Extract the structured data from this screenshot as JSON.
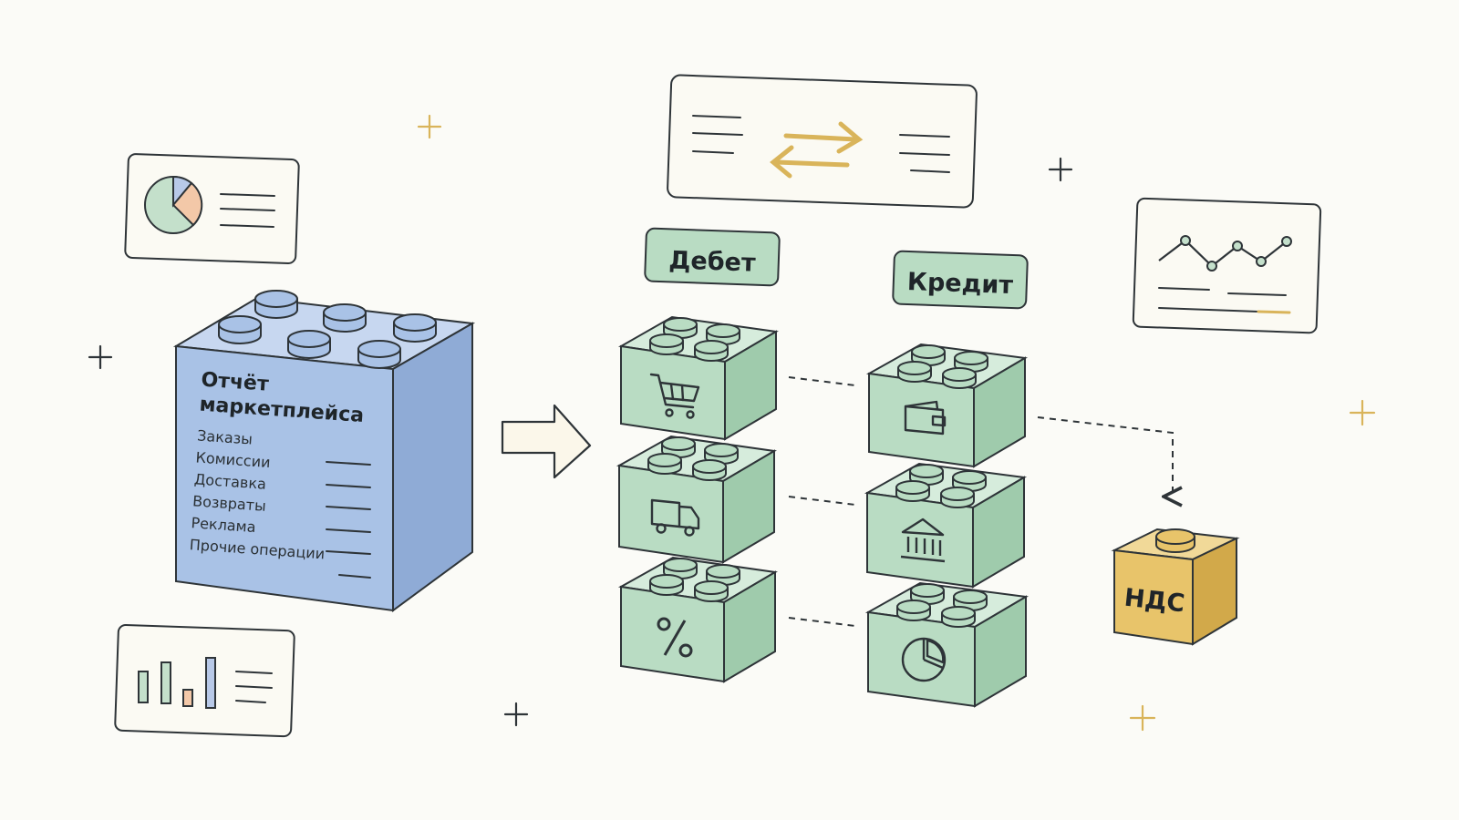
{
  "report": {
    "title_line1": "Отчёт",
    "title_line2": "маркетплейса",
    "rows": [
      "Заказы",
      "Комиссии",
      "Доставка",
      "Возвраты",
      "Реклама",
      "Прочие операции"
    ]
  },
  "debit_label": "Дебет",
  "credit_label": "Кредит",
  "vat_label": "НДС",
  "debit_blocks": [
    {
      "icon": "shopping-cart-icon"
    },
    {
      "icon": "delivery-truck-icon"
    },
    {
      "icon": "percent-icon"
    }
  ],
  "credit_blocks": [
    {
      "icon": "wallet-icon"
    },
    {
      "icon": "bank-building-icon"
    },
    {
      "icon": "pie-chart-icon"
    }
  ],
  "colors": {
    "report_block": "#a9c2e6",
    "ledger_block": "#b9dcc3",
    "vat_block": "#e8c46a",
    "accent_gold": "#d9b45a",
    "ink": "#2e3438",
    "background": "#fbfbf7"
  }
}
